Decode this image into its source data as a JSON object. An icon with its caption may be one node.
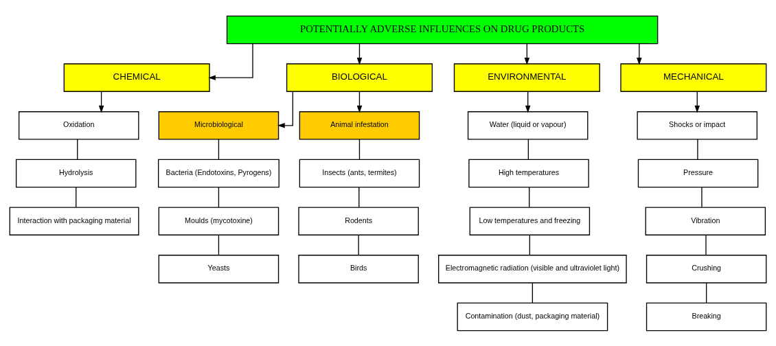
{
  "diagram": {
    "nodes": [
      {
        "text": [
          "POTENTIALLY ADVERSE INFLUENCES ON DRUG PRODUCTS"
        ]
      },
      {
        "text": [
          "CHEMICAL"
        ]
      },
      {
        "text": [
          "BIOLOGICAL"
        ]
      },
      {
        "text": [
          "ENVIRONMENTAL"
        ]
      },
      {
        "text": [
          "MECHANICAL"
        ]
      },
      {
        "text": [
          "Oxidation"
        ]
      },
      {
        "text": [
          "Hydrolysis"
        ]
      },
      {
        "text": [
          "Interaction with packaging material"
        ]
      },
      {
        "text": [
          "Microbiological"
        ]
      },
      {
        "text": [
          "Animal infestation"
        ]
      },
      {
        "text": [
          "Bacteria (Endotoxins, Pyrogens)"
        ]
      },
      {
        "text": [
          "Moulds (mycotoxine)"
        ]
      },
      {
        "text": [
          "Yeasts"
        ]
      },
      {
        "text": [
          "Insects (ants, termites)"
        ]
      },
      {
        "text": [
          "Rodents"
        ]
      },
      {
        "text": [
          "Birds"
        ]
      },
      {
        "text": [
          "Water (liquid or vapour)"
        ]
      },
      {
        "text": [
          "High temperatures"
        ]
      },
      {
        "text": [
          "Low temperatures and freezing"
        ]
      },
      {
        "text": [
          "Electromagnetic radiation (visible and ultraviolet light)"
        ]
      },
      {
        "text": [
          "Contamination (dust, packaging material)"
        ]
      },
      {
        "text": [
          "Shocks or impact"
        ]
      },
      {
        "text": [
          "Pressure"
        ]
      },
      {
        "text": [
          "Vibration"
        ]
      },
      {
        "text": [
          "Crushing"
        ]
      },
      {
        "text": [
          "Breaking"
        ]
      }
    ],
    "edges": [
      {
        "from": 0,
        "to": 1,
        "arrow": "to"
      },
      {
        "from": 0,
        "to": 2,
        "arrow": "to"
      },
      {
        "from": 0,
        "to": 3,
        "arrow": "to"
      },
      {
        "from": 0,
        "to": 4,
        "arrow": "to"
      },
      {
        "from": 1,
        "to": 5,
        "arrow": "to"
      },
      {
        "from": 5,
        "to": 6,
        "arrow": "none"
      },
      {
        "from": 6,
        "to": 7,
        "arrow": "none"
      },
      {
        "from": 2,
        "to": 8,
        "arrow": "to"
      },
      {
        "from": 2,
        "to": 9,
        "arrow": "to"
      },
      {
        "from": 8,
        "to": 10,
        "arrow": "none"
      },
      {
        "from": 10,
        "to": 11,
        "arrow": "none"
      },
      {
        "from": 11,
        "to": 12,
        "arrow": "none"
      },
      {
        "from": 9,
        "to": 13,
        "arrow": "none"
      },
      {
        "from": 13,
        "to": 14,
        "arrow": "none"
      },
      {
        "from": 14,
        "to": 15,
        "arrow": "none"
      },
      {
        "from": 3,
        "to": 16,
        "arrow": "to"
      },
      {
        "from": 16,
        "to": 17,
        "arrow": "none"
      },
      {
        "from": 17,
        "to": 18,
        "arrow": "none"
      },
      {
        "from": 18,
        "to": 19,
        "arrow": "none"
      },
      {
        "from": 19,
        "to": 20,
        "arrow": "none"
      },
      {
        "from": 4,
        "to": 21,
        "arrow": "to"
      },
      {
        "from": 21,
        "to": 22,
        "arrow": "none"
      },
      {
        "from": 22,
        "to": 23,
        "arrow": "none"
      },
      {
        "from": 23,
        "to": 24,
        "arrow": "none"
      },
      {
        "from": 24,
        "to": 25,
        "arrow": "none"
      }
    ]
  }
}
